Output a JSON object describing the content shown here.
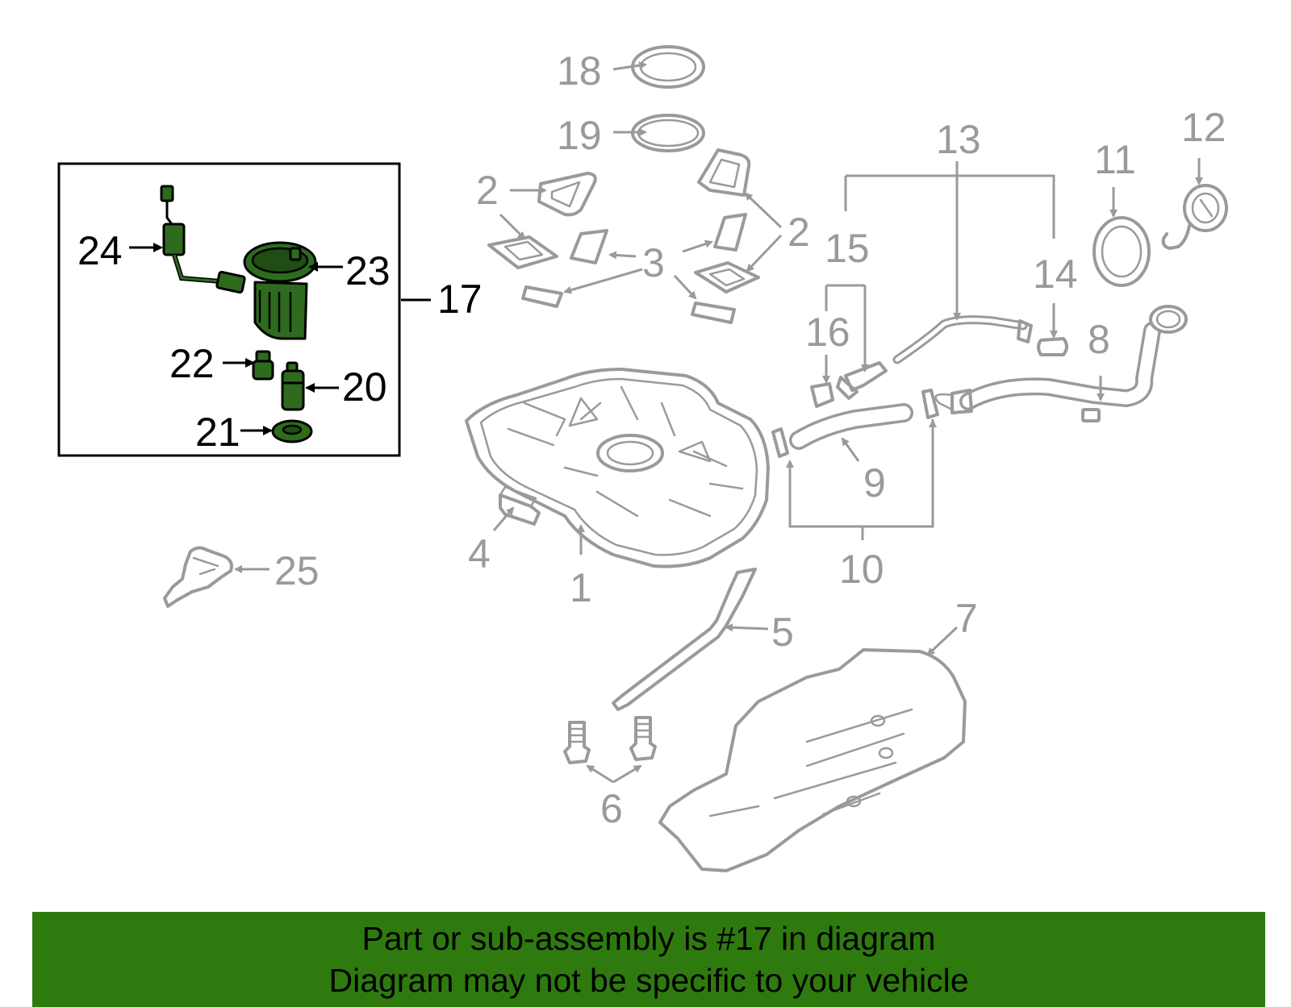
{
  "callouts": {
    "c1": "1",
    "c2": "2",
    "c3": "3",
    "c4": "4",
    "c5": "5",
    "c6": "6",
    "c7": "7",
    "c8": "8",
    "c9": "9",
    "c10": "10",
    "c11": "11",
    "c12": "12",
    "c13": "13",
    "c14": "14",
    "c15": "15",
    "c16": "16",
    "c17": "17",
    "c18": "18",
    "c19": "19",
    "c20": "20",
    "c21": "21",
    "c22": "22",
    "c23": "23",
    "c24": "24",
    "c25": "25"
  },
  "highlight_color": "#2e7a0f",
  "banner": {
    "line1": "Part or sub-assembly is #17 in diagram",
    "line2": "Diagram may not be specific to your vehicle"
  }
}
